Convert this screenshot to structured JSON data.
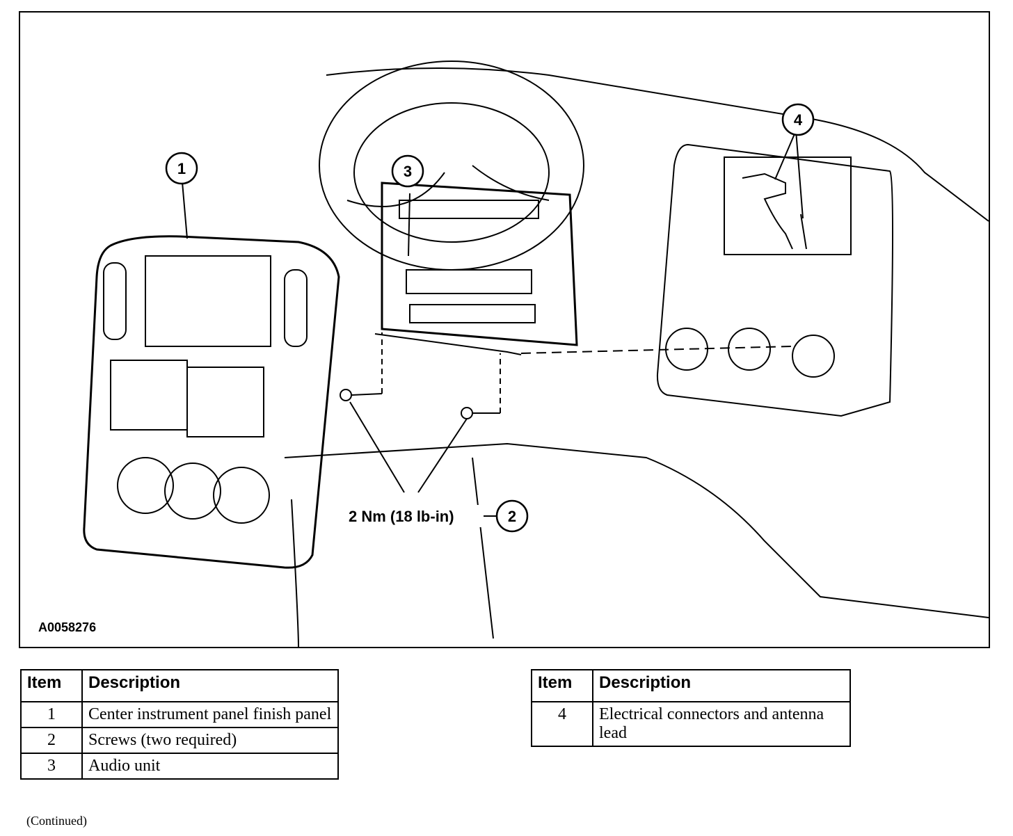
{
  "figure": {
    "figure_id": "A0058276",
    "torque_spec": "2 Nm (18 lb-in)",
    "callouts": [
      "1",
      "2",
      "3",
      "4"
    ]
  },
  "legend_left": {
    "headers": [
      "Item",
      "Description"
    ],
    "rows": [
      {
        "item": "1",
        "description": "Center instrument panel finish panel"
      },
      {
        "item": "2",
        "description": "Screws (two required)"
      },
      {
        "item": "3",
        "description": "Audio unit"
      }
    ]
  },
  "legend_right": {
    "headers": [
      "Item",
      "Description"
    ],
    "rows": [
      {
        "item": "4",
        "description": "Electrical connectors and antenna lead"
      }
    ]
  },
  "footer": {
    "continued": "(Continued)"
  }
}
